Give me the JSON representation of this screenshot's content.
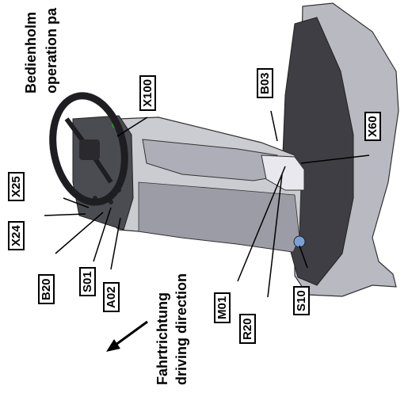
{
  "header_text": {
    "line1": "Bedienholm",
    "line2": "operation pa"
  },
  "direction_text": {
    "line1": "Fahrtrichtung",
    "line2": "driving direction"
  },
  "labels": {
    "X100": "X100",
    "B03": "B03",
    "X60": "X60",
    "X25": "X25",
    "X24": "X24",
    "B20": "B20",
    "S01": "S01",
    "A02": "A02",
    "M01": "M01",
    "R20": "R20",
    "S10": "S10"
  },
  "colors": {
    "body": "#c9c9d0",
    "body_dark": "#8e8e98",
    "panel": "#3a3a3f",
    "lines": "#000000"
  }
}
